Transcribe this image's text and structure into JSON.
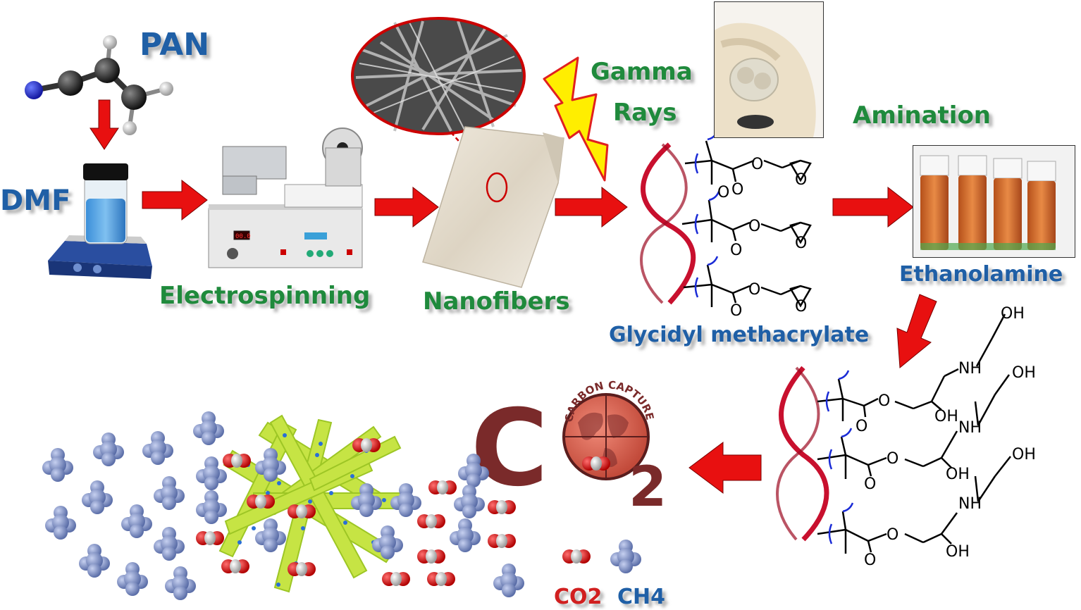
{
  "labels": {
    "pan": "PAN",
    "dmf": "DMF",
    "electrospinning": "Electrospinning",
    "nanofibers": "Nanofibers",
    "gamma_line1": "Gamma",
    "gamma_line2": "Rays",
    "amination": "Amination",
    "ethanolamine": "Ethanolamine",
    "glycidyl": "Glycidyl methacrylate",
    "co2_legend": "CO2",
    "ch4_legend": "CH4",
    "carbon_capture": "CARBON CAPTURE",
    "co2_logo_c": "C",
    "co2_logo_sub": "2",
    "oh": "OH",
    "nh": "NH",
    "o": "O",
    "device_display": "00.0"
  },
  "colors": {
    "arrow": "#e81010",
    "label_blue": "#1f5fa6",
    "label_green": "#1f8a3c",
    "co2_brown": "#7a2a2a",
    "fiber_green": "#b6dd2a",
    "ch4_blue": "#8fa0cf"
  }
}
